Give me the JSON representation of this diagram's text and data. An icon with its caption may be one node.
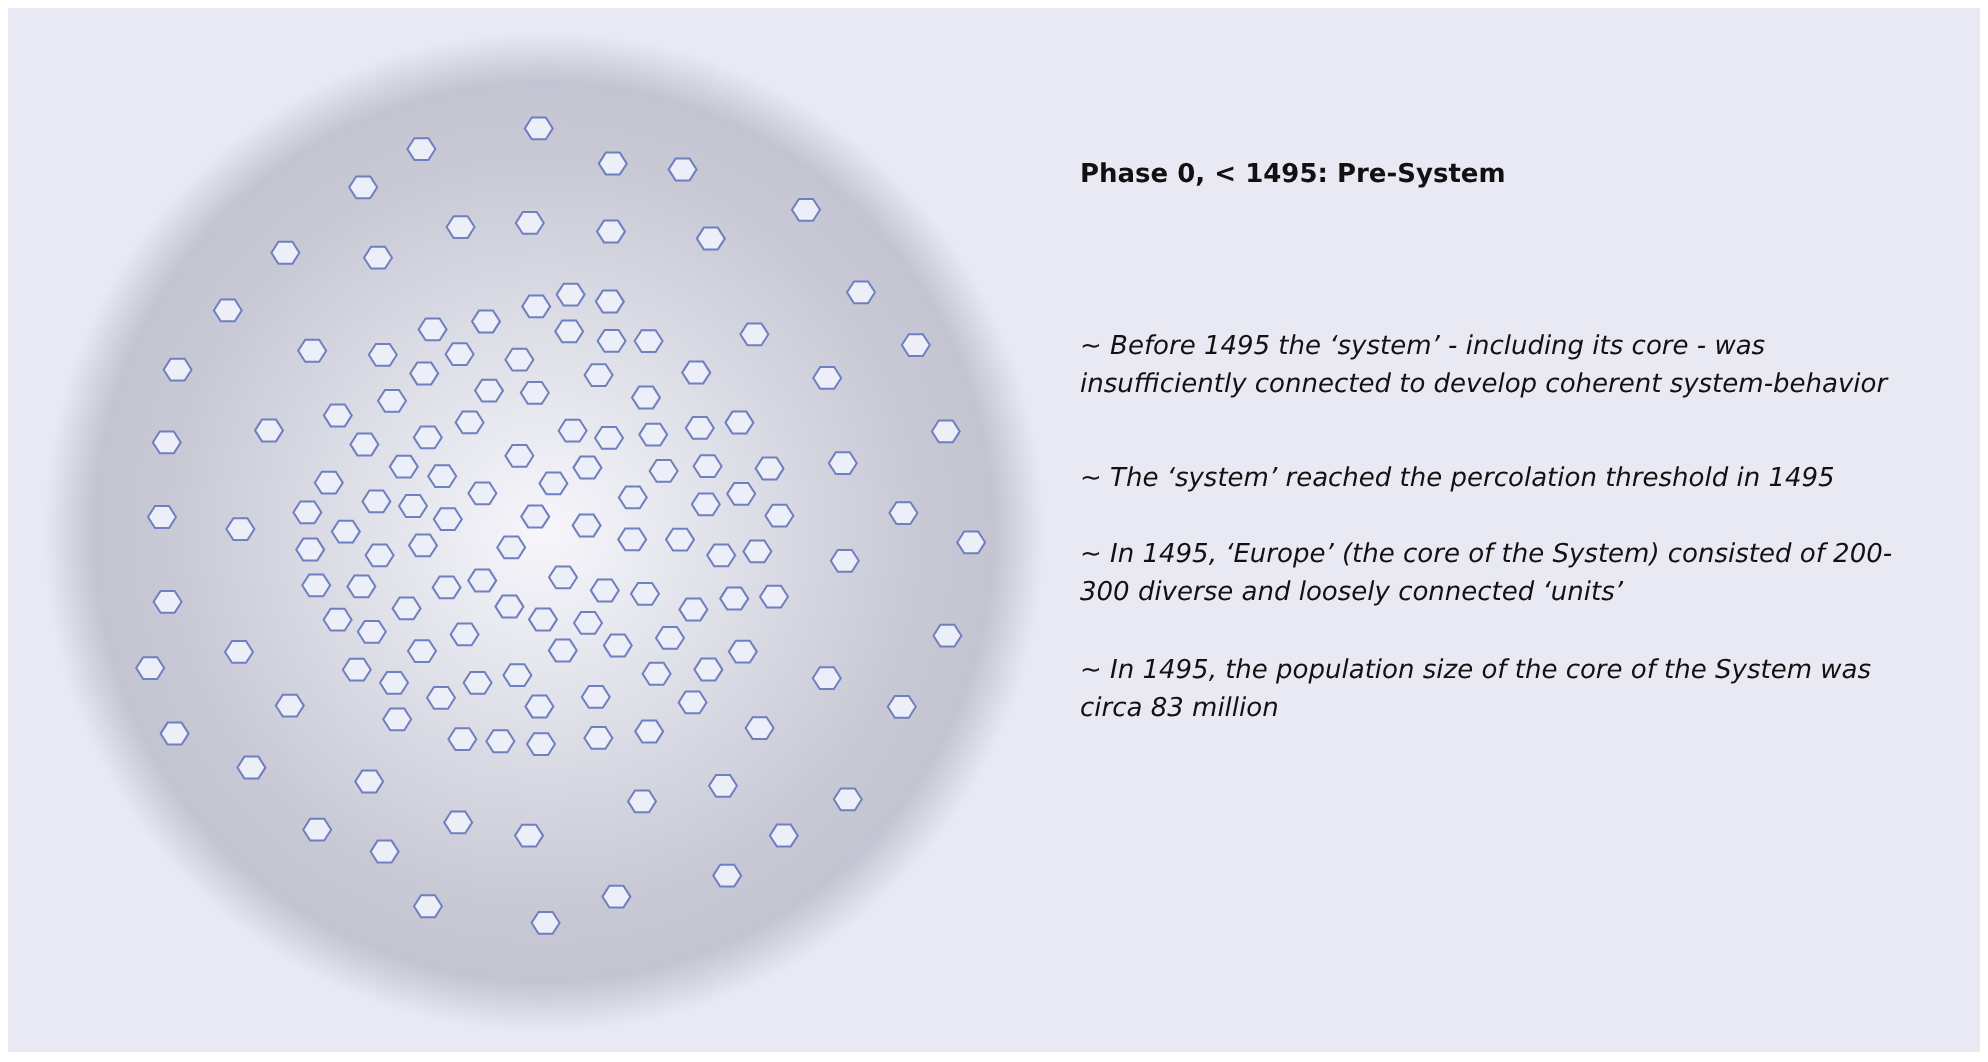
{
  "diagram": {
    "title": "Phase 0, < 1495: Pre-System",
    "labels": [
      "~ Before 1495 the ‘system’ - including its core - was insufficiently connected to develop coherent system-behavior",
      "~ The ‘system’ reached the percolation threshold in 1495",
      "~ In 1495, ‘Europe’ (the core of the System) consisted of 200-300 diverse and loosely connected ‘units’",
      "~ In 1495, the population size of the core of the System was circa 83 million"
    ]
  }
}
